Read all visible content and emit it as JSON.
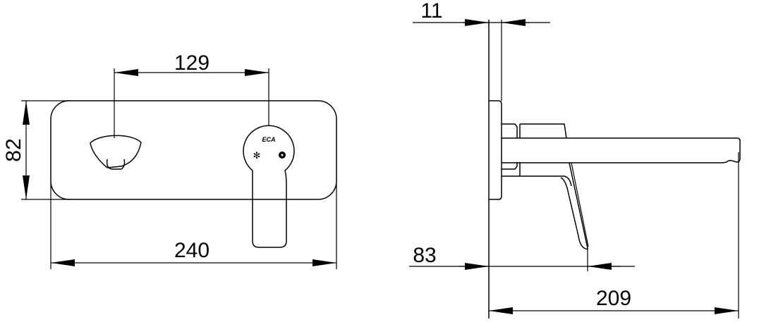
{
  "title": "Wall-mounted basin mixer dimension drawing",
  "logo_text": "ECA",
  "front_view": {
    "dim_spout_to_handle": "129",
    "dim_plate_height": "82",
    "dim_plate_width": "240"
  },
  "side_view": {
    "dim_plate_thickness": "11",
    "dim_handle_projection": "83",
    "dim_spout_projection": "209"
  },
  "colors": {
    "line": "#000000",
    "background": "#ffffff"
  }
}
